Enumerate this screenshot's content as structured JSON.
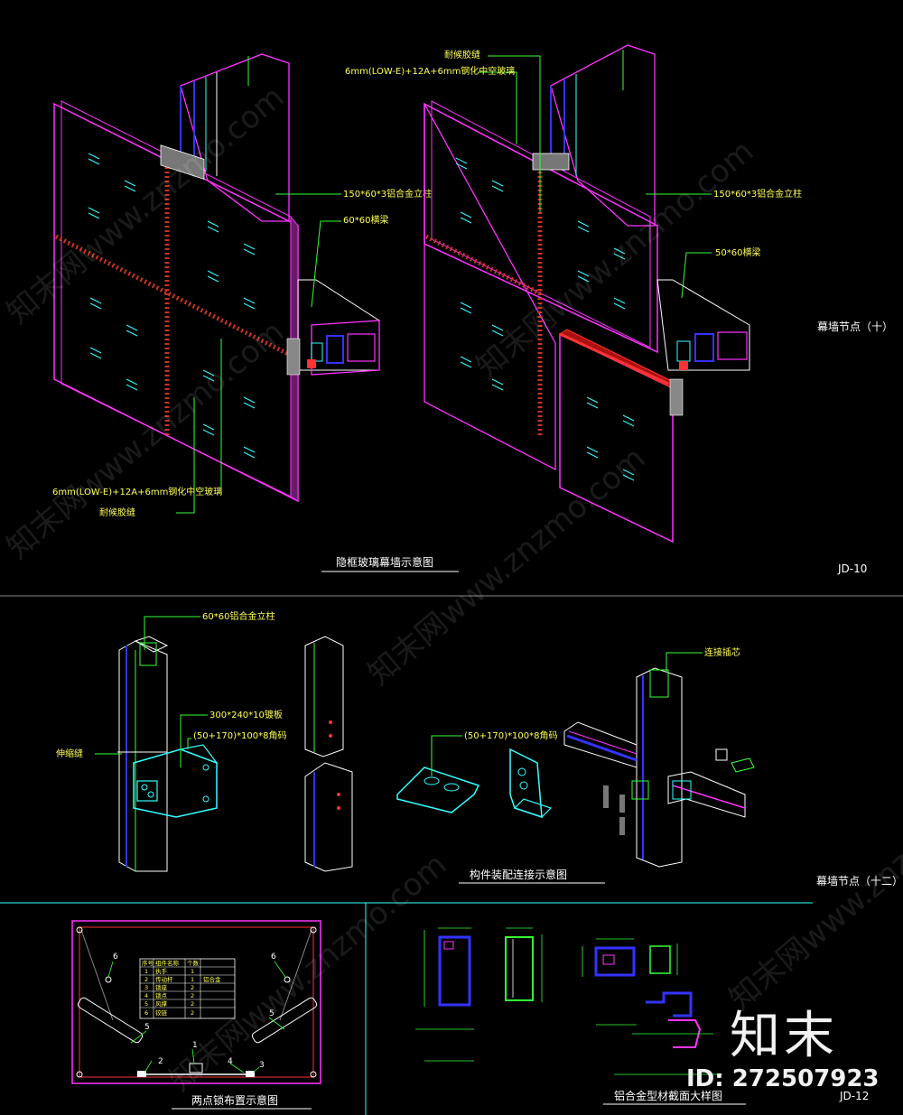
{
  "labels": {
    "sealant_top": "耐候胶缝",
    "glass_spec_top": "6mm(LOW-E)+12A+6mm钢化中空玻璃",
    "mullion_left": "150*60*3铝合金立柱",
    "mullion_right": "150*60*3铝合金立柱",
    "transom_left": "60*60横梁",
    "transom_right": "50*60横梁",
    "glass_spec_bottom": "6mm(LOW-E)+12A+6mm钢化中空玻璃",
    "sealant_bottom": "耐候胶缝",
    "node_ten": "幕墙节点（十）",
    "title_hidden_frame": "隐框玻璃幕墙示意图",
    "sheet_jd10": "JD-10",
    "mullion_small": "60*60铝合金立柱",
    "embed_plate": "300*240*10镀板",
    "angle_code_a": "(50+170)*100*8角码",
    "expansion_joint": "伸缩缝",
    "angle_code_b": "(50+170)*100*8角码",
    "connector_core": "连接插芯",
    "title_assembly": "构件装配连接示意图",
    "node_twelve": "幕墙节点（十二）",
    "title_two_point": "两点锁布置示意图",
    "title_profile": "铝合金型材截面大样图",
    "sheet_jd12": "JD-12"
  },
  "lock_table": {
    "headers": [
      "序号",
      "组件名称",
      "个数",
      ""
    ],
    "rows": [
      [
        "1",
        "执手",
        "1",
        ""
      ],
      [
        "2",
        "传动杆",
        "1",
        "铝合金"
      ],
      [
        "3",
        "锁座",
        "2",
        ""
      ],
      [
        "4",
        "锁点",
        "2",
        ""
      ],
      [
        "5",
        "风撑",
        "2",
        ""
      ],
      [
        "6",
        "铰链",
        "2",
        ""
      ]
    ]
  },
  "callouts": [
    "1",
    "2",
    "3",
    "4",
    "5",
    "5",
    "6",
    "6"
  ],
  "watermark": {
    "text": "知末网www.znzmo.com",
    "brand": "知末",
    "image_id": "ID: 272507923"
  },
  "colors": {
    "background": "#000000",
    "label_text": "#ffff55",
    "leader_green": "#33ff33",
    "magenta": "#ff33ff",
    "cyan": "#33ffff",
    "blue": "#3333ff",
    "red": "#ff3333",
    "white": "#ffffff"
  }
}
